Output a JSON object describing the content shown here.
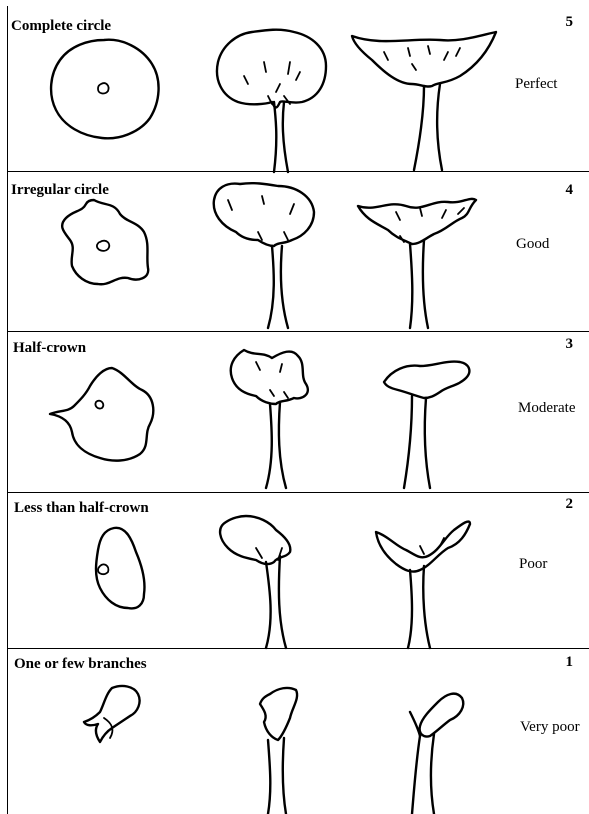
{
  "rows": [
    {
      "label": "Complete circle",
      "score": "5",
      "rating": "Perfect"
    },
    {
      "label": "Irregular circle",
      "score": "4",
      "rating": "Good"
    },
    {
      "label": "Half-crown",
      "score": "3",
      "rating": "Moderate"
    },
    {
      "label": "Less than half-crown",
      "score": "2",
      "rating": "Poor"
    },
    {
      "label": "One or few branches",
      "score": "1",
      "rating": "Very poor"
    }
  ],
  "icons": [
    "crown-top-view-icon",
    "tree-front-view-icon",
    "tree-side-view-icon"
  ]
}
